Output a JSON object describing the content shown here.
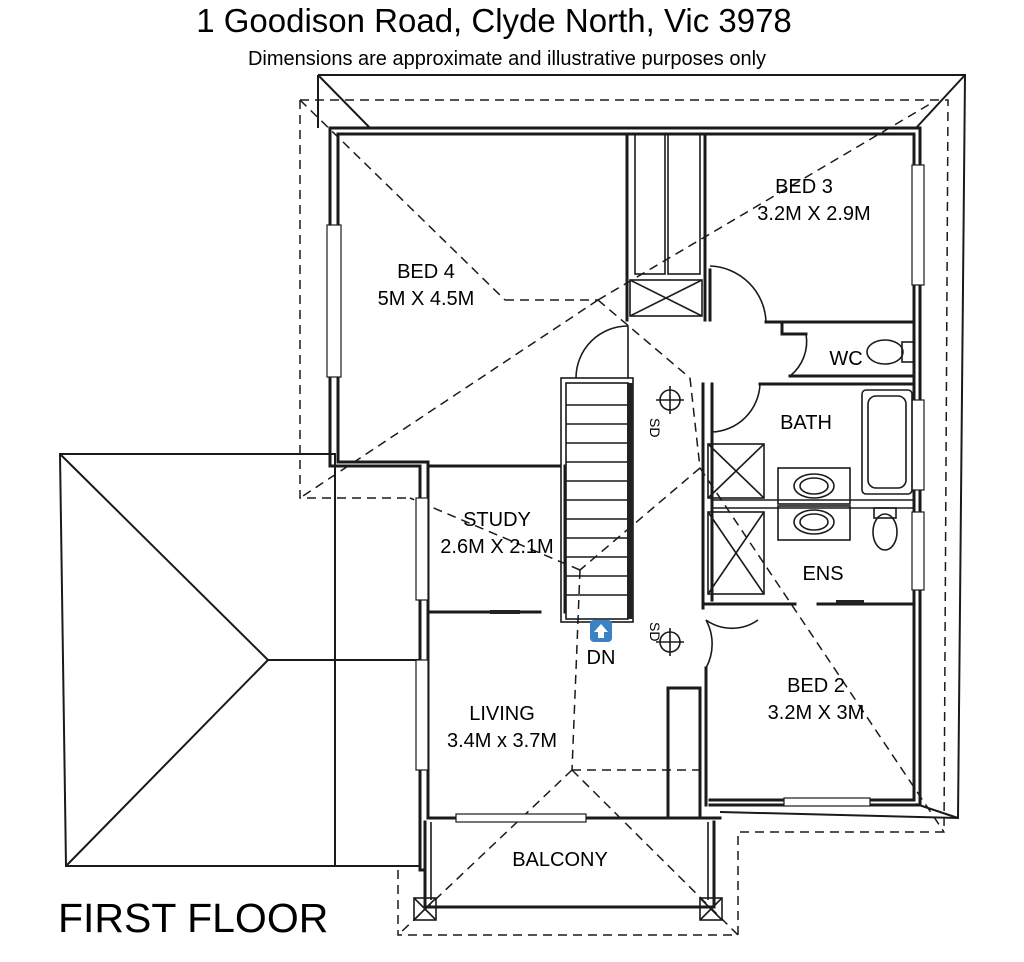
{
  "title": "1 Goodison Road, Clyde North, Vic 3978",
  "subtitle": "Dimensions are approximate and illustrative purposes only",
  "floor_label": "FIRST FLOOR",
  "rooms": {
    "bed4": {
      "name": "BED 4",
      "size": "5M X 4.5M"
    },
    "bed3": {
      "name": "BED 3",
      "size": "3.2M X 2.9M"
    },
    "wc": {
      "name": "WC"
    },
    "bath": {
      "name": "BATH"
    },
    "study": {
      "name": "STUDY",
      "size": "2.6M X 2.1M"
    },
    "ens": {
      "name": "ENS"
    },
    "living": {
      "name": "LIVING",
      "size": "3.4M x 3.7M"
    },
    "bed2": {
      "name": "BED 2",
      "size": "3.2M X 3M"
    },
    "balcony": {
      "name": "BALCONY"
    }
  },
  "stair_label": "DN",
  "detector_label": "SD",
  "colors": {
    "ink": "#1a1a1a",
    "arrow_badge": "#3b82c4"
  }
}
